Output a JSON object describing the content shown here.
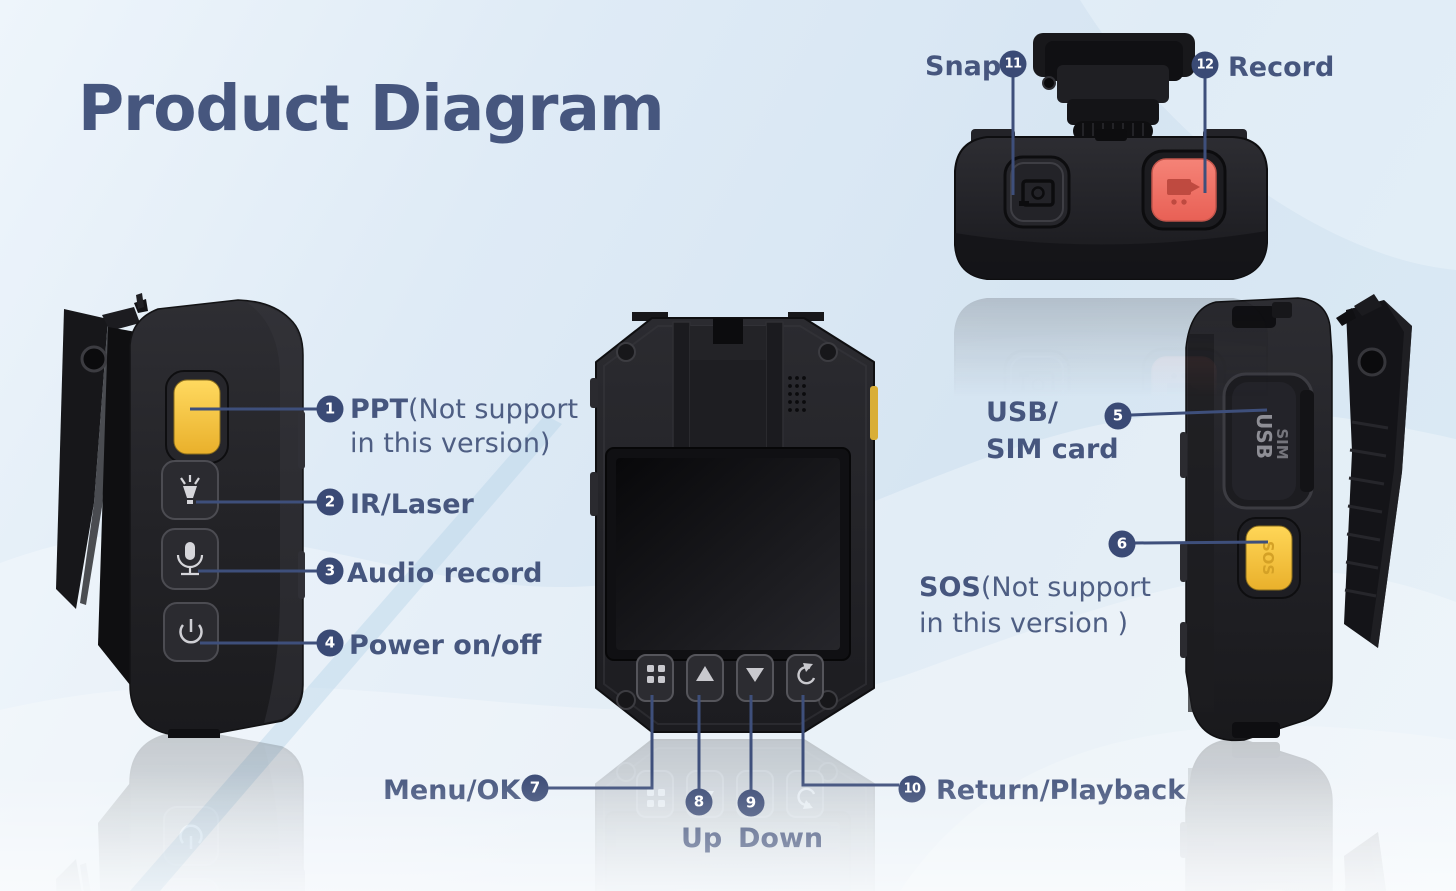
{
  "title": "Product Diagram",
  "colors": {
    "accent_blue": "#3e4f7b",
    "label_text": "#46567e",
    "button_yellow": "#f6c53e",
    "record_red": "#ef7165"
  },
  "callouts": {
    "ppt": {
      "num": "1",
      "bold": "PPT",
      "regular": "(Not support",
      "line2": "in this version)"
    },
    "ir_laser": {
      "num": "2",
      "label": "IR/Laser"
    },
    "audio_record": {
      "num": "3",
      "label": "Audio record"
    },
    "power": {
      "num": "4",
      "label": "Power on/off"
    },
    "usb_sim": {
      "num": "5",
      "line1": "USB/",
      "line2": "SIM card"
    },
    "sos": {
      "num": "6",
      "bold": "SOS",
      "regular": "(Not support",
      "line2": "in this version )"
    },
    "menu_ok": {
      "num": "7",
      "label": "Menu/OK"
    },
    "up": {
      "num": "8",
      "label": "Up"
    },
    "down": {
      "num": "9",
      "label": "Down"
    },
    "return_playback": {
      "num": "10",
      "label": "Return/Playback"
    },
    "snap": {
      "num": "11",
      "label": "Snap"
    },
    "record": {
      "num": "12",
      "label": "Record"
    }
  },
  "device_text": {
    "usb_door_line1": "USB",
    "usb_door_line2": "SIM",
    "sos_button": "SOS"
  }
}
